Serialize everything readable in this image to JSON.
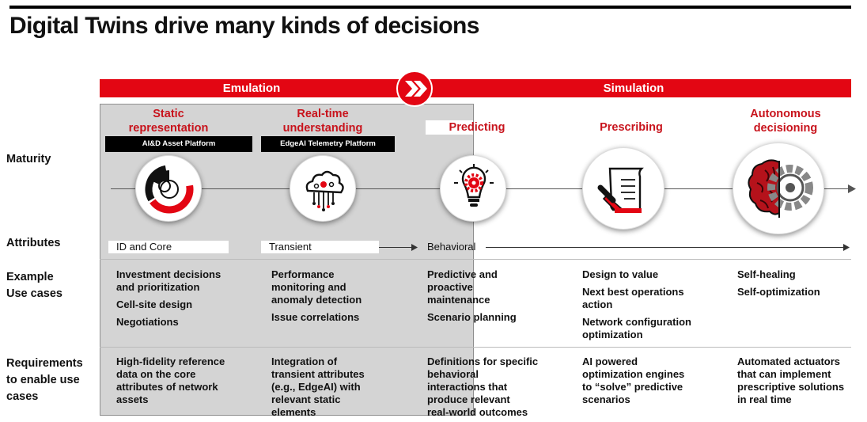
{
  "title": "Digital Twins drive many kinds of decisions",
  "bands": {
    "emulation": "Emulation",
    "simulation": "Simulation"
  },
  "stages": [
    {
      "label_lines": [
        "Static",
        "representation"
      ],
      "platform": "AI&D Asset Platform",
      "icon": "pie-chart-icon"
    },
    {
      "label_lines": [
        "Real-time",
        "understanding"
      ],
      "platform": "EdgeAI Telemetry Platform",
      "icon": "cloud-circuit-icon"
    },
    {
      "label_lines": [
        "Predicting"
      ],
      "icon": "lightbulb-gear-icon"
    },
    {
      "label_lines": [
        "Prescribing"
      ],
      "icon": "document-pen-icon"
    },
    {
      "label_lines": [
        "Autonomous",
        "decisioning"
      ],
      "icon": "brain-gear-icon"
    }
  ],
  "row_labels": {
    "maturity": "Maturity",
    "attributes": "Attributes",
    "use_cases": [
      "Example",
      "Use cases"
    ],
    "requirements": [
      "Requirements",
      "to enable use",
      "cases"
    ]
  },
  "attributes": [
    "ID and Core",
    "Transient",
    "Behavioral"
  ],
  "use_cases": [
    [
      [
        "Investment decisions",
        "and prioritization"
      ],
      [
        "Cell-site design"
      ],
      [
        "Negotiations"
      ]
    ],
    [
      [
        "Performance",
        "monitoring and",
        "anomaly detection"
      ],
      [
        "Issue correlations"
      ]
    ],
    [
      [
        "Predictive and",
        "proactive",
        "maintenance"
      ],
      [
        "Scenario planning"
      ]
    ],
    [
      [
        "Design to value"
      ],
      [
        "Next best operations",
        "action"
      ],
      [
        "Network configuration",
        "optimization"
      ]
    ],
    [
      [
        "Self-healing"
      ],
      [
        "Self-optimization"
      ]
    ]
  ],
  "requirements": [
    [
      "High-fidelity reference",
      "data on the core",
      "attributes of network",
      "assets"
    ],
    [
      "Integration of",
      "transient attributes",
      "(e.g., EdgeAI) with",
      "relevant static",
      "elements"
    ],
    [
      "Definitions for specific",
      "behavioral",
      "interactions that",
      "produce relevant",
      "real-world outcomes"
    ],
    [
      "AI powered",
      "optimization engines",
      "to “solve” predictive",
      "scenarios"
    ],
    [
      "Automated actuators",
      "that can implement",
      "prescriptive solutions",
      "in real time"
    ]
  ],
  "colors": {
    "accent": "#e30613",
    "dark_red": "#c8131c",
    "panel": "#d4d4d4"
  }
}
